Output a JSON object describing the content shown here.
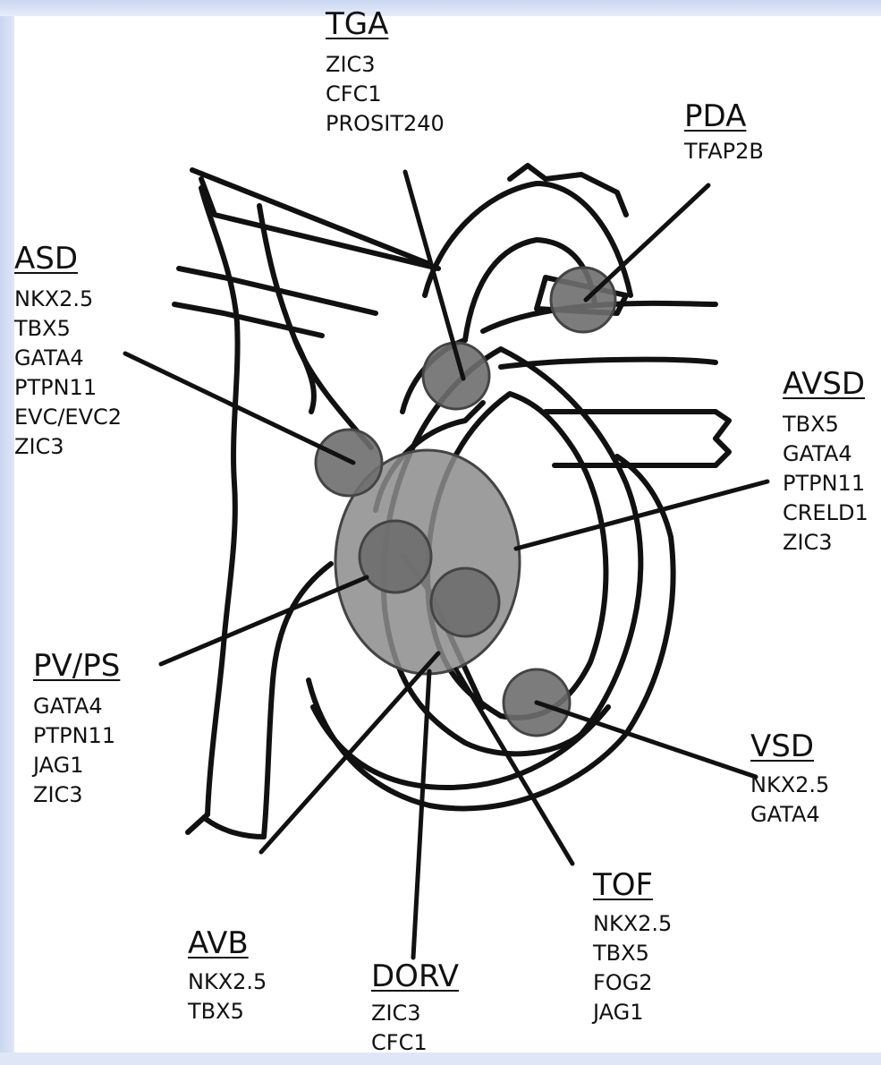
{
  "colors": {
    "outline": "#111111",
    "defect_marker_fill": "#6e6e6e",
    "large_region_fill": "#8c8c8c",
    "frame": "#d3ddf3"
  },
  "defects": [
    {
      "id": "tga",
      "title": "TGA",
      "genes": [
        "ZIC3",
        "CFC1",
        "PROSIT240"
      ]
    },
    {
      "id": "pda",
      "title": "PDA",
      "genes": [
        "TFAP2B"
      ]
    },
    {
      "id": "asd",
      "title": "ASD",
      "genes": [
        "NKX2.5",
        "TBX5",
        "GATA4",
        "PTPN11",
        "EVC/EVC2",
        "ZIC3"
      ]
    },
    {
      "id": "avsd",
      "title": "AVSD",
      "genes": [
        "TBX5",
        "GATA4",
        "PTPN11",
        "CRELD1",
        "ZIC3"
      ]
    },
    {
      "id": "pvps",
      "title": "PV/PS",
      "genes": [
        "GATA4",
        "PTPN11",
        "JAG1",
        "ZIC3"
      ]
    },
    {
      "id": "vsd",
      "title": "VSD",
      "genes": [
        "NKX2.5",
        "GATA4"
      ]
    },
    {
      "id": "tof",
      "title": "TOF",
      "genes": [
        "NKX2.5",
        "TBX5",
        "FOG2",
        "JAG1"
      ]
    },
    {
      "id": "avb",
      "title": "AVB",
      "genes": [
        "NKX2.5",
        "TBX5"
      ]
    },
    {
      "id": "dorv",
      "title": "DORV",
      "genes": [
        "ZIC3",
        "CFC1"
      ]
    }
  ]
}
